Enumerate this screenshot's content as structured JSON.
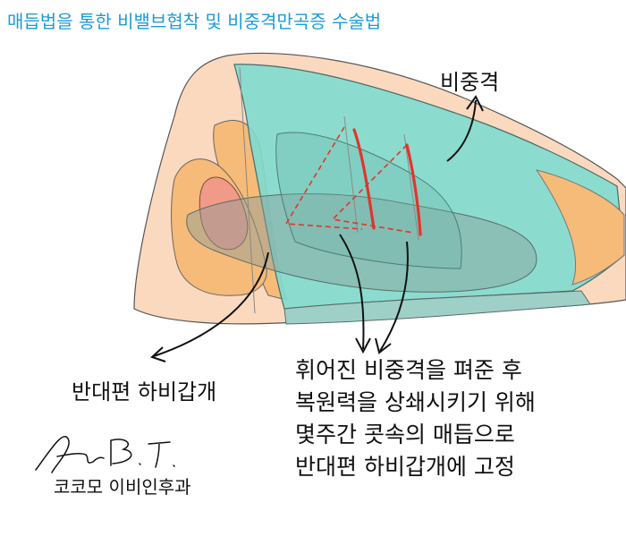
{
  "title": "매듭법을 통한 비밸브협착 및 비중격만곡증 수술법",
  "labels": {
    "septum": "비중격",
    "opposite_turbinate": "반대편 하비갑개"
  },
  "description_lines": [
    "휘어진 비중격을 펴준 후",
    "복원력을 상쇄시키기 위해",
    "몇주간 콧속의 매듭으로",
    "반대편 하비갑개에 고정"
  ],
  "signature_text": "Shin B. T.",
  "clinic_name": "코코모 이비인후과",
  "colors": {
    "title": "#1e9bd7",
    "skin": "#fbd9bf",
    "septum": "#7edccf",
    "cartilage": "#f6bb78",
    "suture": "#e2352b"
  }
}
